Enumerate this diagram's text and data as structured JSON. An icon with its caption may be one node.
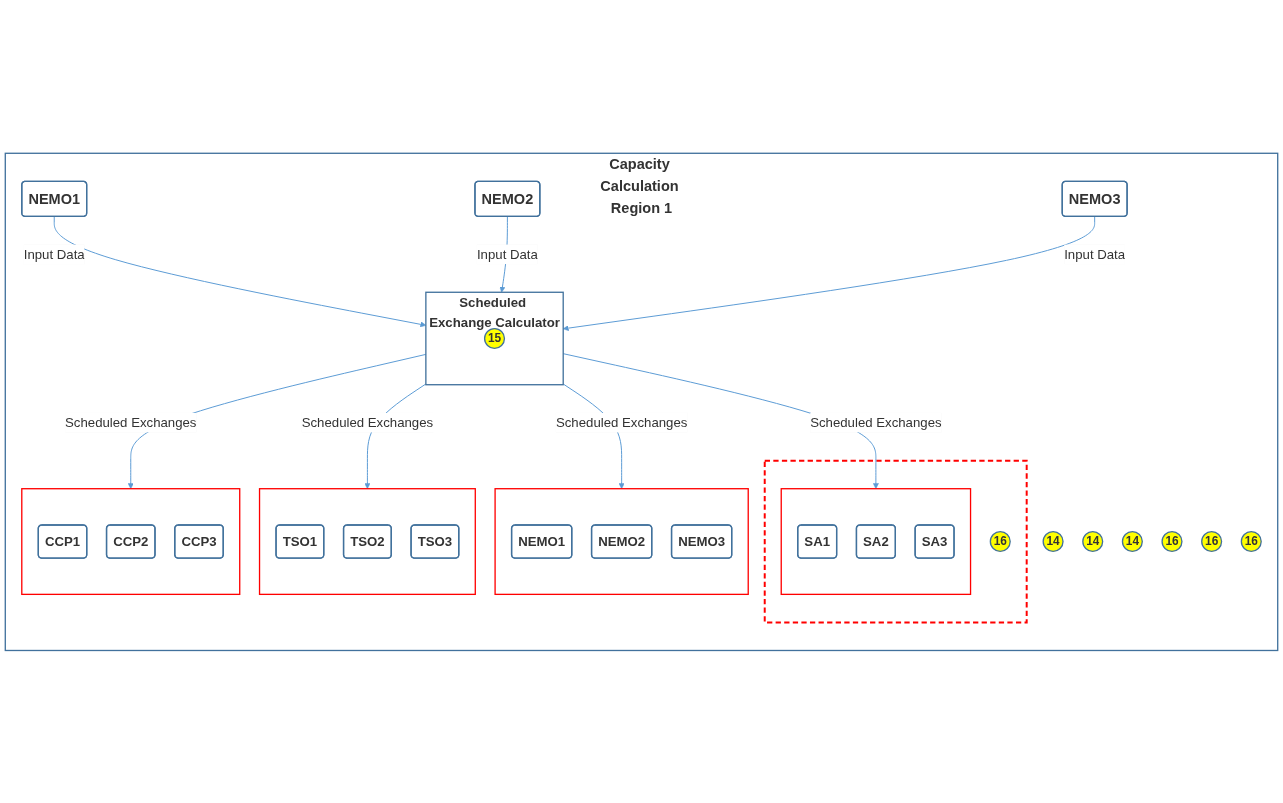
{
  "diagram": {
    "nodes": [
      {
        "text": [
          "Capacity Calculation Region 1"
        ]
      },
      {
        "text": [
          "NEMO1"
        ],
        "in": 0
      },
      {
        "text": [
          "NEMO2"
        ],
        "in": 0
      },
      {
        "text": [
          "NEMO3"
        ],
        "in": 0
      },
      {
        "text": [
          "14"
        ],
        "in": 0
      },
      {
        "text": [
          "14"
        ],
        "in": 0
      },
      {
        "text": [
          "14"
        ],
        "in": 0
      },
      {
        "text": [
          "Scheduled Exchange Calculator"
        ],
        "in": 0
      },
      {
        "text": [
          "15"
        ],
        "in": 7
      },
      {
        "text": [
          "16"
        ],
        "in": 0
      },
      {
        "text": [
          "16"
        ],
        "in": 0
      },
      {
        "text": [
          "16"
        ],
        "in": 0
      },
      {
        "text": [],
        "shape": "box",
        "in": 0
      },
      {
        "text": [
          "16"
        ],
        "in": 12
      },
      {
        "text": [],
        "shape": "box",
        "in": 0
      },
      {
        "text": [
          "TSO1"
        ],
        "in": 14
      },
      {
        "text": [
          "TSO2"
        ],
        "in": 14
      },
      {
        "text": [
          "TSO3"
        ],
        "in": 14
      },
      {
        "text": [],
        "shape": "box",
        "in": 0
      },
      {
        "text": [
          "NEMO1"
        ],
        "in": 18
      },
      {
        "text": [
          "NEMO2"
        ],
        "in": 18
      },
      {
        "text": [
          "NEMO3"
        ],
        "in": 18
      },
      {
        "text": [],
        "shape": "box",
        "in": 0
      },
      {
        "text": [
          "CCP1"
        ],
        "in": 22
      },
      {
        "text": [
          "CCP2"
        ],
        "in": 22
      },
      {
        "text": [
          "CCP3"
        ],
        "in": 22
      },
      {
        "text": [],
        "shape": "box",
        "in": 12
      },
      {
        "text": [
          "SA1"
        ],
        "in": 26
      },
      {
        "text": [
          "SA2"
        ],
        "in": 26
      },
      {
        "text": [
          "SA3"
        ],
        "in": 26
      }
    ],
    "edges": [
      {
        "from": 1,
        "to": 7,
        "arrow": "to",
        "label": "Input Data"
      },
      {
        "from": 2,
        "to": 7,
        "arrow": "to",
        "label": "Input Data"
      },
      {
        "from": 3,
        "to": 7,
        "arrow": "to",
        "label": "Input Data"
      },
      {
        "from": 7,
        "to": 14,
        "arrow": "to",
        "label": "Scheduled Exchanges"
      },
      {
        "from": 7,
        "to": 18,
        "arrow": "to",
        "label": "Scheduled Exchanges"
      },
      {
        "from": 7,
        "to": 22,
        "arrow": "to",
        "label": "Scheduled Exchanges"
      },
      {
        "from": 7,
        "to": 26,
        "arrow": "to",
        "label": "Scheduled Exchanges"
      }
    ]
  }
}
